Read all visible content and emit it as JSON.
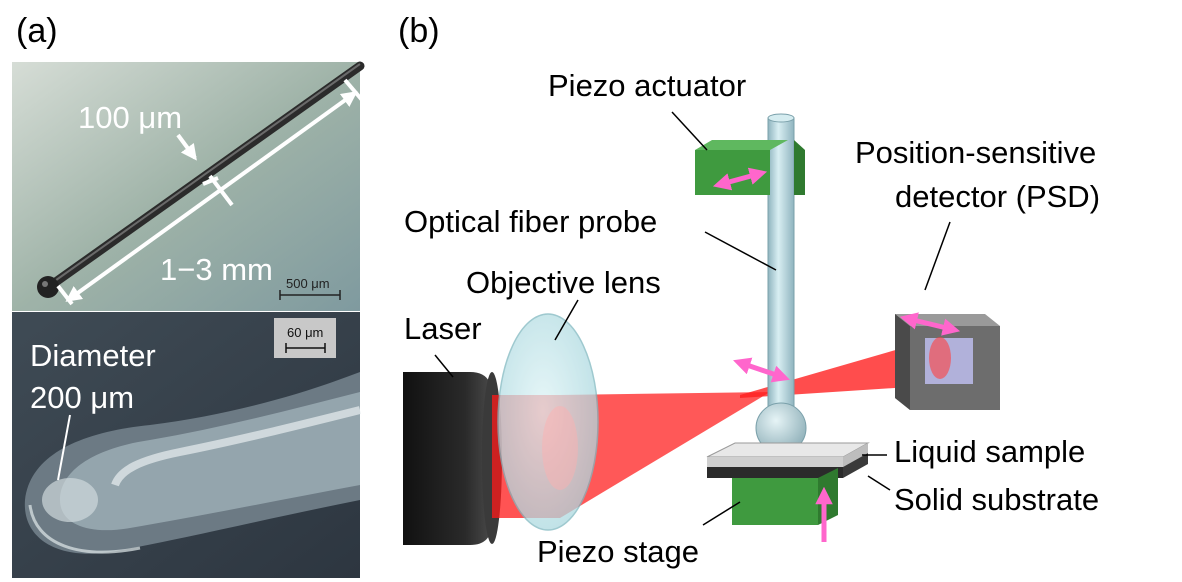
{
  "panels": {
    "a_label": "(a)",
    "b_label": "(b)"
  },
  "panel_a": {
    "top_photo": {
      "tip_width_label": "100 μm",
      "length_label": "1−3 mm",
      "scale_bar_label": "500 μm"
    },
    "bottom_photo": {
      "diameter_label_line1": "Diameter",
      "diameter_label_line2": "200 μm",
      "scale_bar_label": "60 μm"
    }
  },
  "panel_b": {
    "labels": {
      "piezo_actuator": "Piezo actuator",
      "psd_line1": "Position-sensitive",
      "psd_line2": "detector (PSD)",
      "fiber_probe": "Optical fiber probe",
      "objective_lens": "Objective lens",
      "laser": "Laser",
      "liquid_sample": "Liquid sample",
      "solid_substrate": "Solid substrate",
      "piezo_stage": "Piezo stage"
    },
    "colors": {
      "piezo_green": "#3f9a3f",
      "laser_red": "#ff2020",
      "arrow_pink": "#ff66cc",
      "fiber": "#b9dbe3",
      "lens": "#bfe6ea"
    }
  }
}
